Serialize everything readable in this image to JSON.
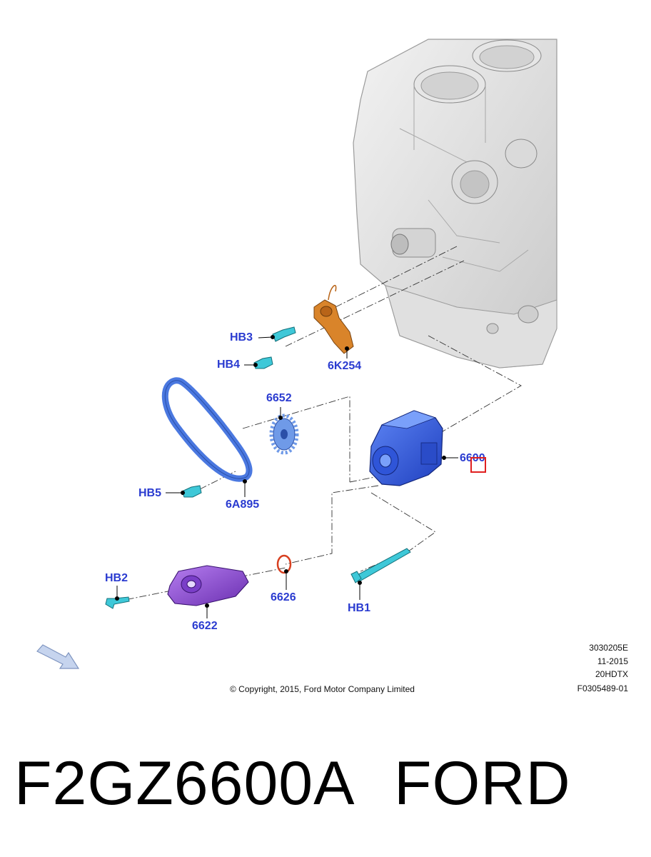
{
  "diagram": {
    "callouts": {
      "hb3": "HB3",
      "hb4": "HB4",
      "k6254": "6K254",
      "p6652": "6652",
      "p6600": "6600",
      "hb5": "HB5",
      "a6895": "6A895",
      "hb2": "HB2",
      "p6626": "6626",
      "hb1": "HB1",
      "p6622": "6622"
    },
    "meta": [
      "3030205E",
      "11-2015",
      "20HDTX",
      "F0305489-01"
    ],
    "copyright": "© Copyright, 2015, Ford Motor Company Limited"
  },
  "part": {
    "number": "F2GZ6600A",
    "brand": "FORD"
  },
  "colors": {
    "label_blue": "#2a3bd0",
    "pump_blue": "#3a63e8",
    "tensioner_orange": "#d9842a",
    "sprocket_blue": "#6f9ae8",
    "belt_blue": "#4a78e0",
    "bolt_cyan": "#3ec8d8",
    "pickup_purple": "#9a5ad8",
    "oring_red": "#d84020",
    "highlight_red": "#e02020"
  },
  "icons": {
    "front_arrow": "front-direction-arrow-icon"
  }
}
